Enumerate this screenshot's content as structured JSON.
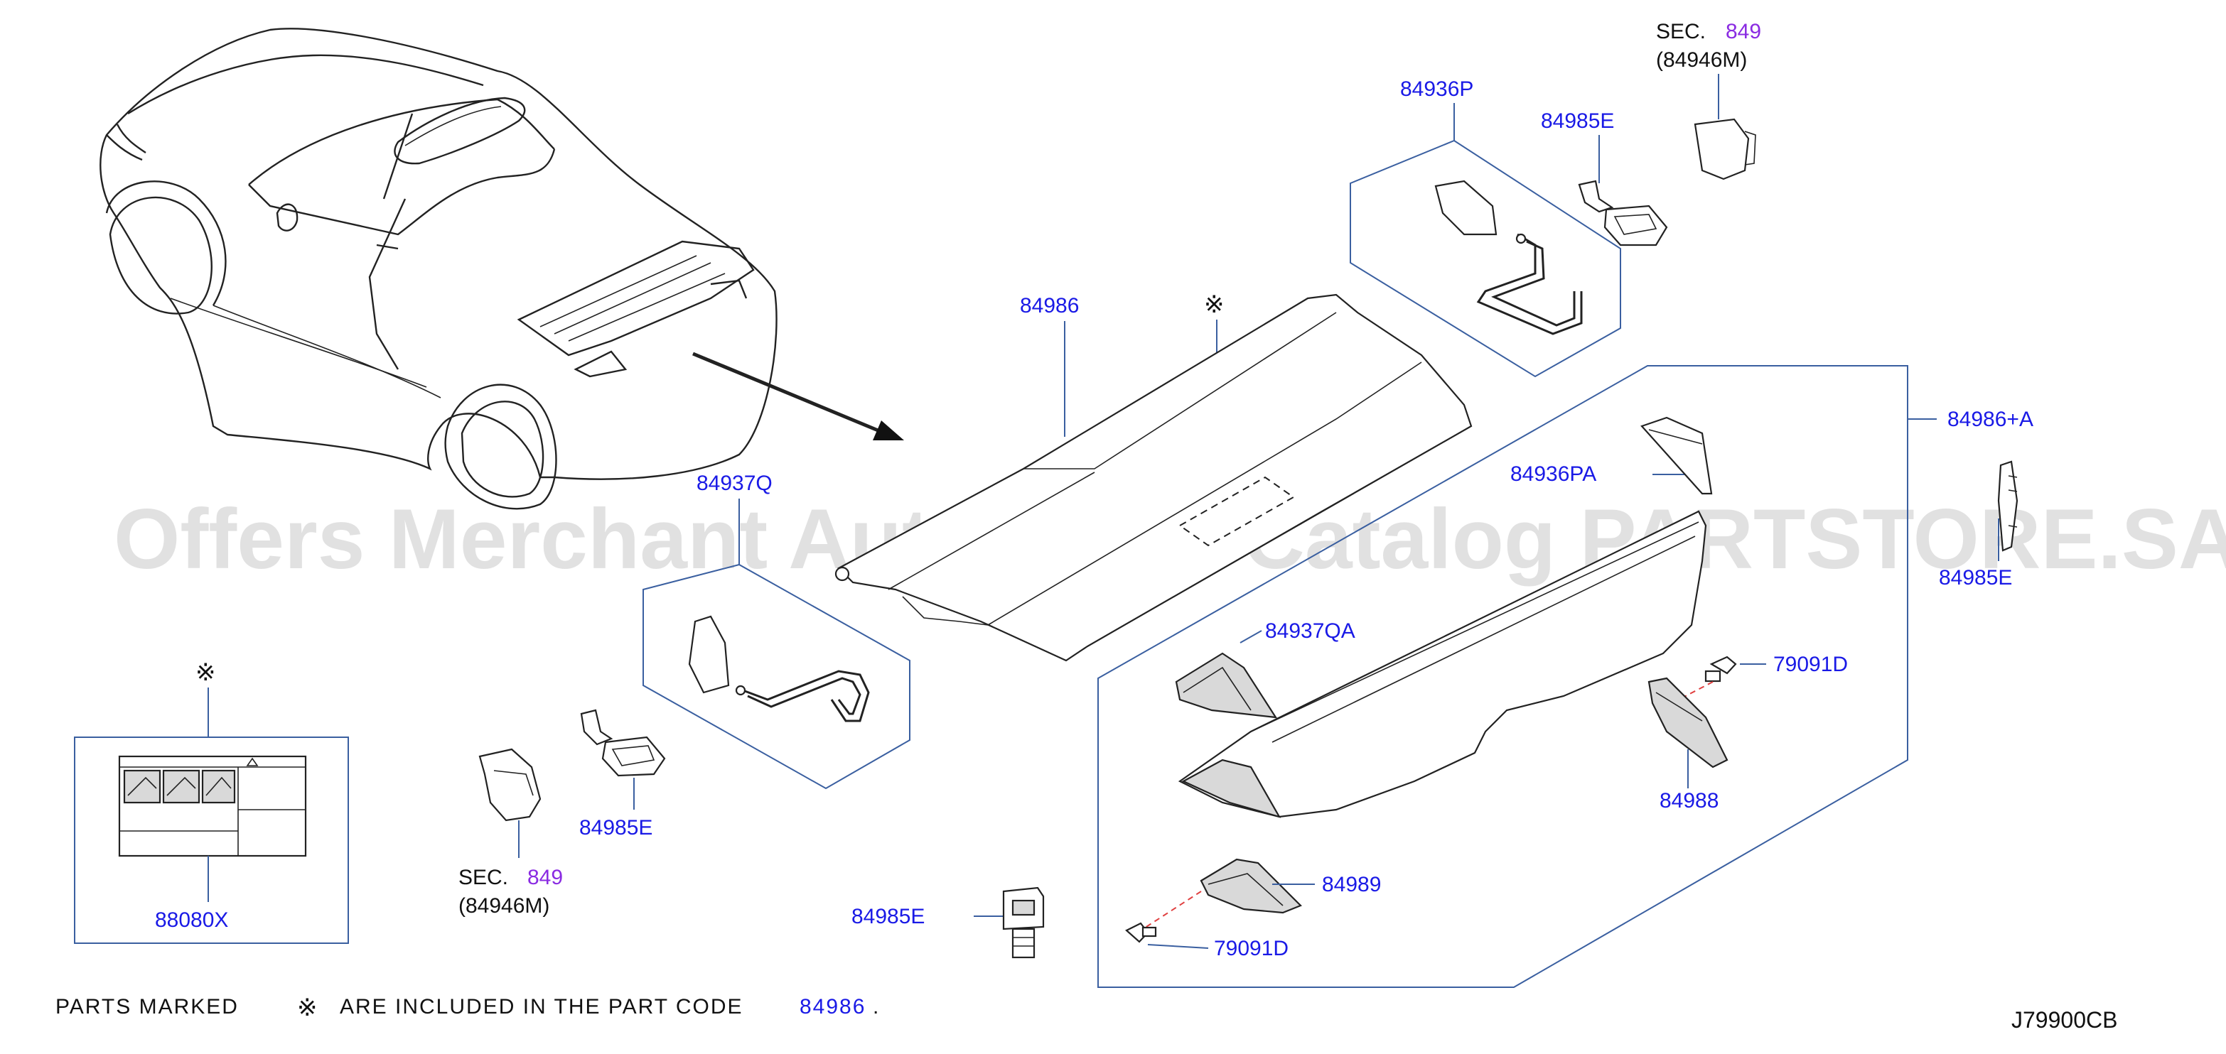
{
  "labels": {
    "sec_top": "SEC.",
    "sec_top_num": "849",
    "sec_top_sub": "(84946M)",
    "p84936P": "84936P",
    "p84985E_top": "84985E",
    "p84986": "84986",
    "mark_top": "※",
    "p84986A": "84986+A",
    "p84936PA": "84936PA",
    "p84985E_right": "84985E",
    "p84937Q": "84937Q",
    "p84937QA": "84937QA",
    "p79091D_right": "79091D",
    "p84988": "84988",
    "p84989": "84989",
    "p79091D_bottom": "79091D",
    "mark_left": "※",
    "p88080X": "88080X",
    "sec_bot": "SEC.",
    "sec_bot_num": "849",
    "sec_bot_sub": "(84946M)",
    "p84985E_mid": "84985E",
    "p84985E_bottom": "84985E"
  },
  "watermark": "Offers Merchant Auto Parts Catalog PARTSTORE.SA",
  "footer": {
    "parts_marked": "PARTS   MARKED",
    "mark": "※",
    "rest": "ARE   INCLUDED   IN   THE   PART   CODE",
    "code": "84986",
    "period": ".",
    "diagram_id": "J79900CB"
  },
  "colors": {
    "part_number": "#1a1ae6",
    "section_ref": "#8a2be2",
    "group_box": "#3a5fa0",
    "watermark": "#c8c8c8"
  }
}
